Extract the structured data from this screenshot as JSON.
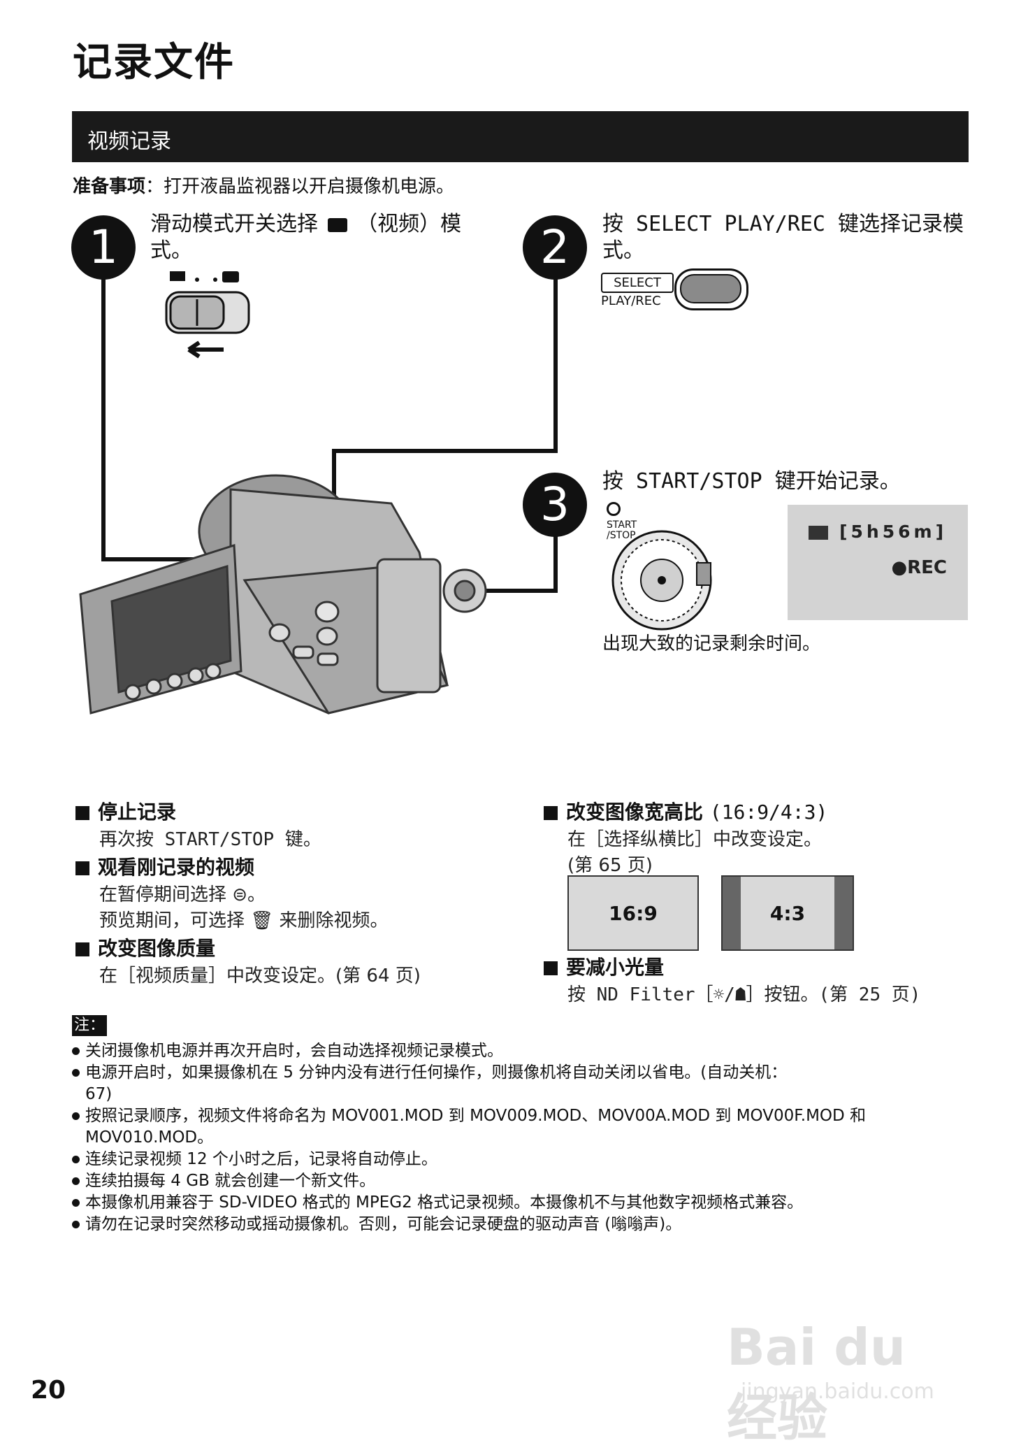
{
  "page": {
    "title": "记录文件",
    "section": "视频记录",
    "page_number": "20"
  },
  "prep": {
    "label": "准备事项",
    "text": "：打开液晶监视器以开启摄像机电源。"
  },
  "steps": [
    {
      "num": "1",
      "text_a": "滑动模式开关选择",
      "text_b": "（视频）模",
      "text_c": "式。"
    },
    {
      "num": "2",
      "text_a": "按 SELECT PLAY/REC 键选择记录模",
      "text_b": "式。",
      "button_top": "SELECT",
      "button_bottom": "PLAY/REC"
    },
    {
      "num": "3",
      "text_a": "按 START/STOP 键开始记录。",
      "dial_top": "START",
      "dial_bottom": "/STOP"
    }
  ],
  "lcd": {
    "remaining": "[5h56m]",
    "rec": "●REC"
  },
  "step3_caption": "出现大致的记录剩余时间。",
  "tips_left": [
    {
      "title": "停止记录",
      "body": [
        "再次按 START/STOP 键。"
      ]
    },
    {
      "title": "观看刚记录的视频",
      "body": [
        "在暂停期间选择 ⊜。",
        "预览期间，可选择 🗑 来删除视频。"
      ]
    },
    {
      "title": "改变图像质量",
      "body": [
        "在［视频质量］中改变设定。(第 64 页)"
      ]
    }
  ],
  "tips_right": [
    {
      "title": "改变图像宽高比",
      "title_extra": "(16:9/4:3)",
      "body": [
        "在［选择纵横比］中改变设定。",
        "(第 65 页)"
      ]
    },
    {
      "title": "要减小光量",
      "body": [
        "按 ND Filter［☼/☗］按钮。(第 25 页)"
      ]
    }
  ],
  "ratios": [
    "16:9",
    "4:3"
  ],
  "note_tag": "注：",
  "notes": [
    "关闭摄像机电源并再次开启时，会自动选择视频记录模式。",
    "电源开启时，如果摄像机在 5 分钟内没有进行任何操作，则摄像机将自动关闭以省电。(自动关机：",
    "67)",
    "按照记录顺序，视频文件将命名为 MOV001.MOD 到 MOV009.MOD、MOV00A.MOD 到 MOV00F.MOD 和",
    "MOV010.MOD。",
    "连续记录视频 12 个小时之后，记录将自动停止。",
    "连续拍摄每 4 GB 就会创建一个新文件。",
    "本摄像机用兼容于 SD-VIDEO 格式的 MPEG2 格式记录视频。本摄像机不与其他数字视频格式兼容。",
    "请勿在记录时突然移动或摇动摄像机。否则，可能会记录硬盘的驱动声音 (嗡嗡声)。"
  ],
  "watermark": {
    "line1": "Bai du 经验",
    "line2": "jingyan.baidu.com"
  },
  "colors": {
    "bar": "#1a1a1a",
    "lcd": "#d3d3d3",
    "button": "#8a8a8a"
  }
}
